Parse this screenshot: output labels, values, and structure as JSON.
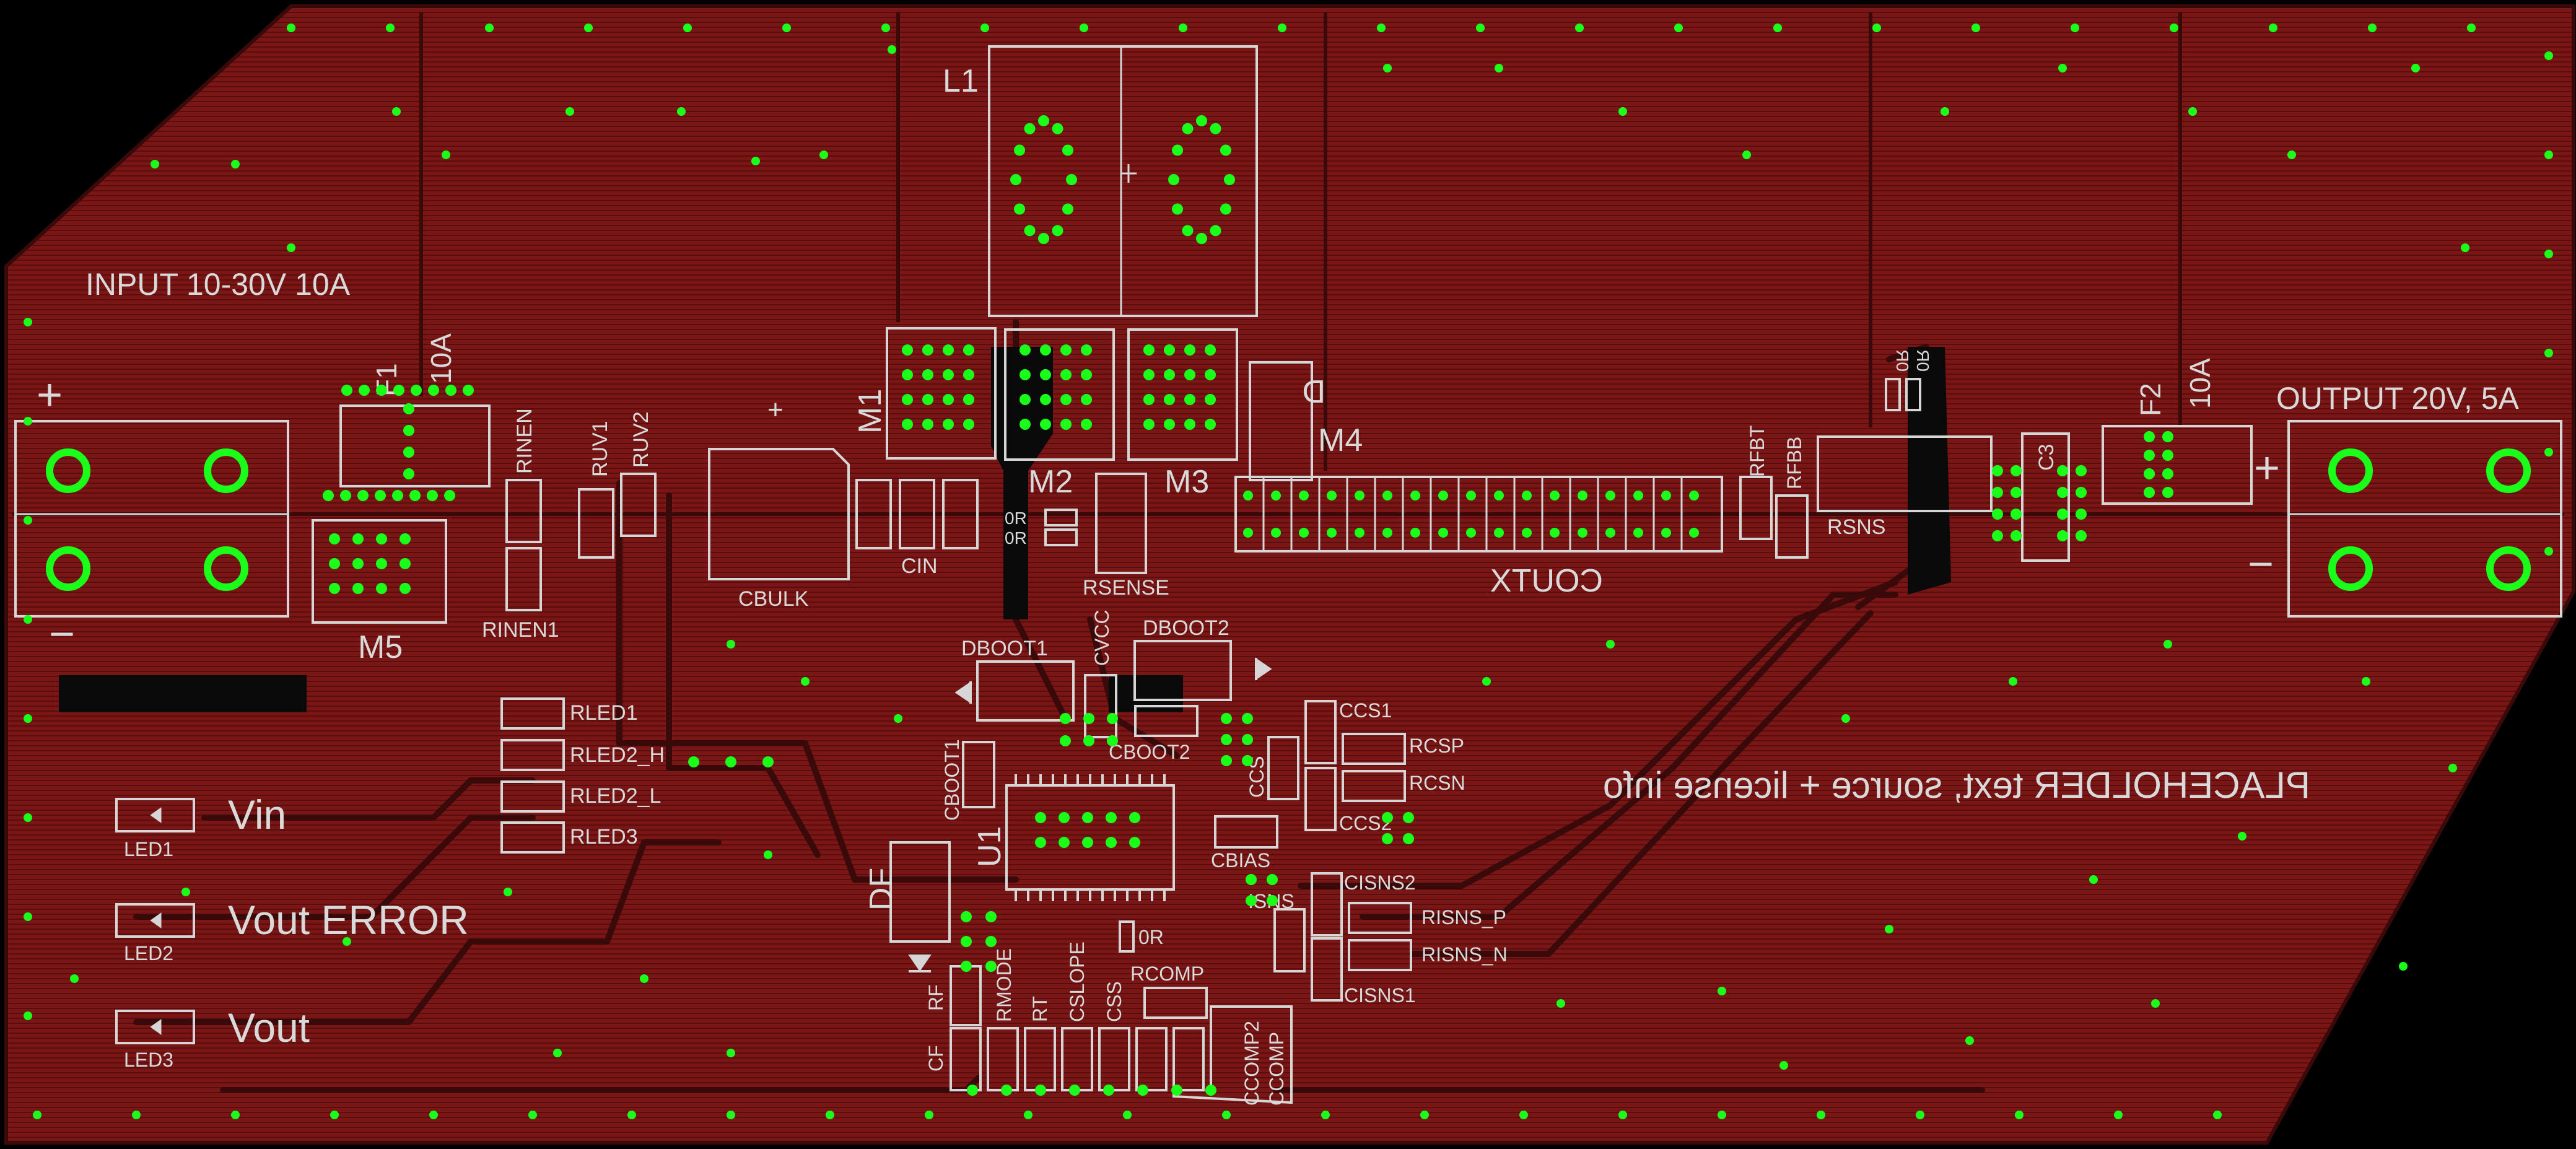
{
  "board": {
    "colors": {
      "background": "#000000",
      "copper": "#7a1616",
      "hatch": "#5a0d0d",
      "silkscreen": "#d9d9d9",
      "via": "#19ff19",
      "trace": "#3a0a0a"
    }
  },
  "labels": {
    "input_title": "INPUT 10-30V 10A",
    "output_title": "OUTPUT 20V, 5A",
    "placeholder": "PLACEHOLDER text, source + license info",
    "plus": "+",
    "minus": "−",
    "vin": "Vin",
    "vout_error": "Vout ERROR",
    "vout": "Vout",
    "led1": "LED1",
    "led2": "LED2",
    "led3": "LED3",
    "l1": "L1",
    "m1": "M1",
    "m2": "M2",
    "m3": "M3",
    "m4": "M4",
    "m5": "M5",
    "f1": "F1",
    "f1_rating": "10A",
    "f2": "F2",
    "f2_rating": "10A",
    "rinen": "RINEN",
    "rinen1": "RINEN1",
    "ruv1": "RUV1",
    "ruv2": "RUV2",
    "cbulk": "CBULK",
    "cin": "CIN",
    "rsense": "RSENSE",
    "zero_r_a": "0R",
    "zero_r_b": "0R",
    "zero_r_c": "0R",
    "zero_r_d": "0R",
    "zero_r_e": "0R",
    "coutx": "COUTX",
    "d_label": "D",
    "rfbt": "RFBT",
    "rfbb": "RFBB",
    "rsns": "RSNS",
    "c3": "C3",
    "dboot1": "DBOOT1",
    "dboot2": "DBOOT2",
    "cvcc": "CVCC",
    "cboot1": "CBOOT1",
    "cboot2": "CBOOT2",
    "ccs1": "CCS1",
    "ccs2": "CCS2",
    "ccs": "CCS",
    "rcsp": "RCSP",
    "rcsn": "RCSN",
    "cbias": "CBIAS",
    "u1": "U1",
    "df": "DF",
    "isns": "ISNS",
    "cisns2": "CISNS2",
    "cisns1": "CISNS1",
    "risns_p": "RISNS_P",
    "risns_n": "RISNS_N",
    "rled1": "RLED1",
    "rled2_h": "RLED2_H",
    "rled2_l": "RLED2_L",
    "rled3": "RLED3",
    "rf": "RF",
    "cf": "CF",
    "rmode": "RMODE",
    "rt": "RT",
    "cslope": "CSLOPE",
    "css": "CSS",
    "rcomp": "RCOMP",
    "ccomp2": "CCOMP2",
    "ccomp": "CCOMP"
  }
}
